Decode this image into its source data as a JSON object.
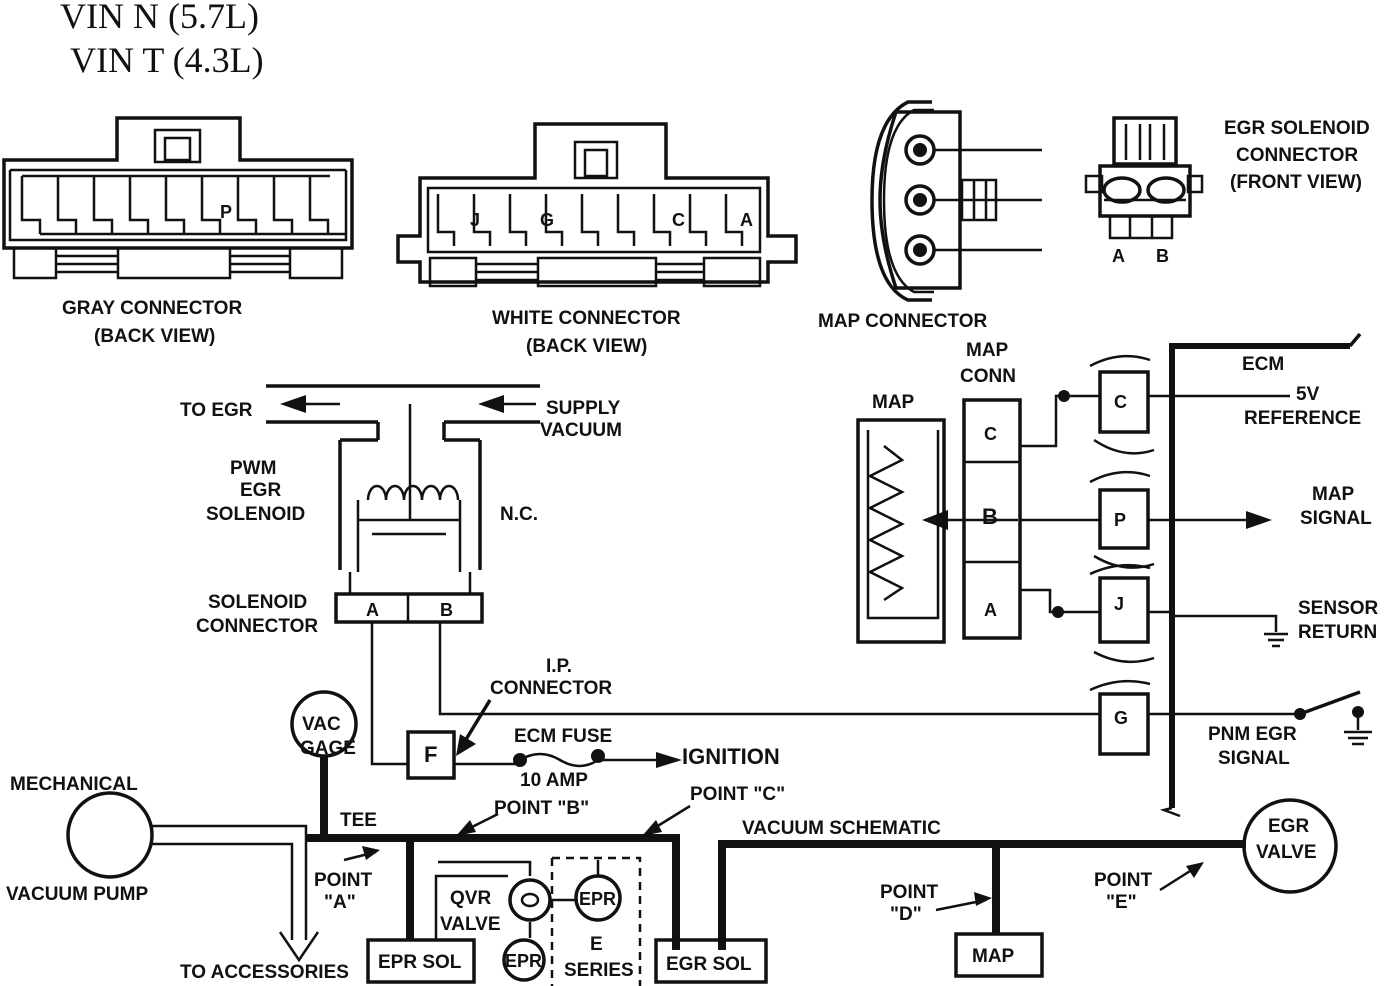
{
  "title": {
    "line1": "VIN  N  (5.7L)",
    "line2": "VIN  T  (4.3L)"
  },
  "gray_connector": {
    "label": "GRAY CONNECTOR",
    "sub": "(BACK VIEW)",
    "pin": "P"
  },
  "white_connector": {
    "label": "WHITE CONNECTOR",
    "sub": "(BACK VIEW)",
    "pins": [
      "J",
      "G",
      "C",
      "A"
    ]
  },
  "map_connector": {
    "label": "MAP CONNECTOR"
  },
  "egr_solenoid_connector": {
    "line1": "EGR SOLENOID",
    "line2": "CONNECTOR",
    "line3": "(FRONT VIEW)",
    "pin_a": "A",
    "pin_b": "B"
  },
  "solenoid": {
    "to_egr": "TO EGR",
    "supply1": "SUPPLY",
    "supply2": "VACUUM",
    "pwm1": "PWM",
    "pwm2": "EGR",
    "pwm3": "SOLENOID",
    "nc": "N.C.",
    "conn1": "SOLENOID",
    "conn2": "CONNECTOR",
    "pin_a": "A",
    "pin_b": "B"
  },
  "ip": {
    "line1": "I.P.",
    "line2": "CONNECTOR",
    "pin": "F"
  },
  "fuse": {
    "name": "ECM FUSE",
    "rating": "10 AMP",
    "ignition": "IGNITION"
  },
  "map": {
    "label": "MAP",
    "conn1": "MAP",
    "conn2": "CONN",
    "pins": [
      "C",
      "B",
      "A"
    ]
  },
  "ecm": {
    "label": "ECM",
    "pins": [
      "C",
      "P",
      "J",
      "G"
    ],
    "ref1": "5V",
    "ref2": "REFERENCE",
    "sig1": "MAP",
    "sig2": "SIGNAL",
    "ret1": "SENSOR",
    "ret2": "RETURN",
    "pnm1": "PNM EGR",
    "pnm2": "SIGNAL"
  },
  "vacuum": {
    "vac_gage1": "VAC",
    "vac_gage2": "GAGE",
    "mechanical": "MECHANICAL",
    "vacuum_pump": "VACUUM PUMP",
    "tee": "TEE",
    "point_a1": "POINT",
    "point_a2": "\"A\"",
    "point_b": "POINT \"B\"",
    "point_c": "POINT \"C\"",
    "point_d1": "POINT",
    "point_d2": "\"D\"",
    "point_e1": "POINT",
    "point_e2": "\"E\"",
    "schematic": "VACUUM SCHEMATIC",
    "to_accessories": "TO ACCESSORIES",
    "qvr1": "QVR",
    "qvr2": "VALVE",
    "epr": "EPR",
    "e": "E",
    "series": "SERIES",
    "epr_sol": "EPR SOL",
    "egr_sol": "EGR SOL",
    "map_box": "MAP",
    "egr_valve1": "EGR",
    "egr_valve2": "VALVE"
  }
}
